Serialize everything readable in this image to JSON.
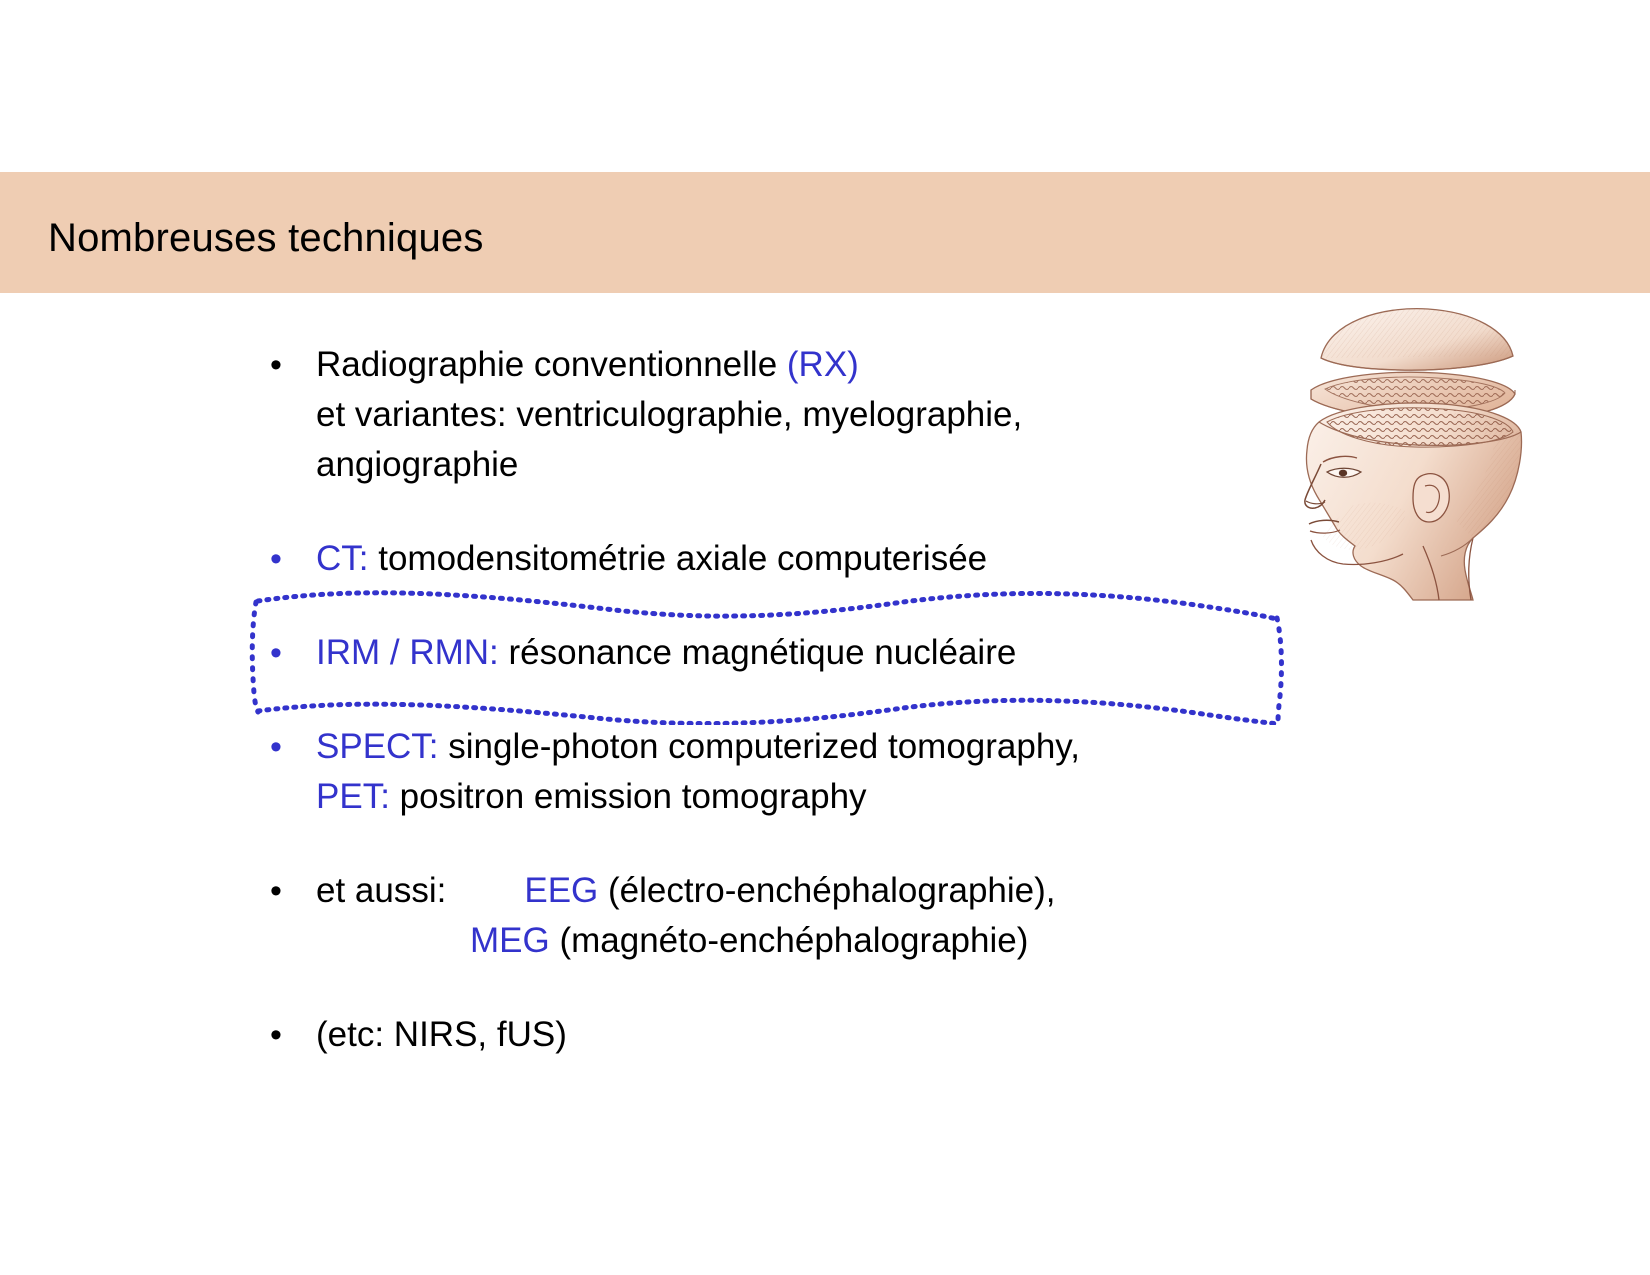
{
  "slide": {
    "title": "Nombreuses techniques",
    "band_color": "#efcdb3",
    "accent_color": "#3333cc",
    "text_color": "#000000",
    "background_color": "#ffffff"
  },
  "bullets": [
    {
      "id": "rx",
      "marker": "•",
      "marker_color": "#000000",
      "lines": [
        {
          "segments": [
            {
              "text": "Radiographie conventionnelle ",
              "color": "#000000"
            },
            {
              "text": "(RX)",
              "color": "#3333cc"
            }
          ]
        },
        {
          "segments": [
            {
              "text": "et variantes: ventriculographie, myelographie,",
              "color": "#000000"
            }
          ]
        },
        {
          "segments": [
            {
              "text": "angiographie",
              "color": "#000000"
            }
          ]
        }
      ]
    },
    {
      "id": "ct",
      "marker": "•",
      "marker_color": "#3333cc",
      "lines": [
        {
          "segments": [
            {
              "text": "CT:",
              "color": "#3333cc"
            },
            {
              "text": " tomodensitométrie axiale computerisée",
              "color": "#000000"
            }
          ]
        }
      ]
    },
    {
      "id": "irm",
      "marker": "•",
      "marker_color": "#3333cc",
      "highlighted": true,
      "lines": [
        {
          "segments": [
            {
              "text": "IRM / RMN:",
              "color": "#3333cc"
            },
            {
              "text": " résonance magnétique nucléaire",
              "color": "#000000"
            }
          ]
        }
      ]
    },
    {
      "id": "spect-pet",
      "marker": "•",
      "marker_color": "#3333cc",
      "lines": [
        {
          "segments": [
            {
              "text": "SPECT:",
              "color": "#3333cc"
            },
            {
              "text": " single-photon computerized tomography,",
              "color": "#000000"
            }
          ]
        },
        {
          "segments": [
            {
              "text": "PET:",
              "color": "#3333cc"
            },
            {
              "text": " positron emission tomography",
              "color": "#000000"
            }
          ]
        }
      ]
    },
    {
      "id": "et-aussi",
      "marker": "•",
      "marker_color": "#000000",
      "lines": [
        {
          "segments": [
            {
              "text": "et aussi:",
              "color": "#000000"
            },
            {
              "text": "EEG",
              "color": "#3333cc",
              "indent_before": true
            },
            {
              "text": " (électro-enchéphalographie),",
              "color": "#000000"
            }
          ]
        },
        {
          "segments": [
            {
              "text": "MEG",
              "color": "#3333cc",
              "lead_space": true
            },
            {
              "text": " (magnéto-enchéphalographie)",
              "color": "#000000"
            }
          ]
        }
      ]
    },
    {
      "id": "etc",
      "marker": "•",
      "marker_color": "#000000",
      "lines": [
        {
          "segments": [
            {
              "text": "(etc: NIRS, fUS)",
              "color": "#000000"
            }
          ]
        }
      ]
    }
  ],
  "highlight": {
    "name": "dotted-annotation-box",
    "color": "#3333cc",
    "style": "hand-drawn wavy dotted rectangle"
  },
  "illustration": {
    "name": "exploded-head-brain-illustration",
    "description": "Sepia anatomical drawing: human head in profile with skull cap and brain slice lifted off",
    "ink_color": "#9c6a55",
    "fill_color": "#f6e2d6"
  }
}
